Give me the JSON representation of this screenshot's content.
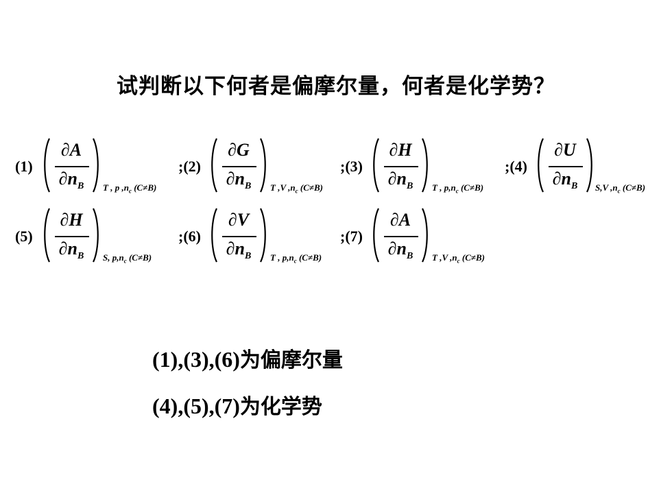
{
  "title": "试判断以下何者是偏摩尔量，何者是化学势？",
  "partial_symbol": "∂",
  "formulas": [
    {
      "label": "(1)",
      "numerator": "A",
      "denominator_var": "n",
      "denominator_sub": "B",
      "cond_vars": "T , p ,",
      "cond_n": "n",
      "cond_n_sub": "c",
      "cond_tail": " (C≠B)"
    },
    {
      "label": ";(2)",
      "numerator": "G",
      "denominator_var": "n",
      "denominator_sub": "B",
      "cond_vars": "T ,V ,",
      "cond_n": "n",
      "cond_n_sub": "c",
      "cond_tail": " (C≠B)"
    },
    {
      "label": ";(3)",
      "numerator": "H",
      "denominator_var": "n",
      "denominator_sub": "B",
      "cond_vars": "T , p,",
      "cond_n": "n",
      "cond_n_sub": "c",
      "cond_tail": " (C≠B)"
    },
    {
      "label": ";(4)",
      "numerator": "U",
      "denominator_var": "n",
      "denominator_sub": "B",
      "cond_vars": "S,V ,",
      "cond_n": "n",
      "cond_n_sub": "c",
      "cond_tail": " (C≠B)"
    },
    {
      "label": "(5)",
      "numerator": "H",
      "denominator_var": "n",
      "denominator_sub": "B",
      "cond_vars": "S, p,",
      "cond_n": "n",
      "cond_n_sub": "c",
      "cond_tail": " (C≠B)"
    },
    {
      "label": ";(6)",
      "numerator": "V",
      "denominator_var": "n",
      "denominator_sub": "B",
      "cond_vars": "T , p,",
      "cond_n": "n",
      "cond_n_sub": "c",
      "cond_tail": " (C≠B)"
    },
    {
      "label": ";(7)",
      "numerator": "A",
      "denominator_var": "n",
      "denominator_sub": "B",
      "cond_vars": "T ,V ,",
      "cond_n": "n",
      "cond_n_sub": "c",
      "cond_tail": " (C≠B)"
    }
  ],
  "answers": [
    {
      "items": "(1),(3),(6)",
      "text": "为偏摩尔量"
    },
    {
      "items": "(4),(5),(7)",
      "text": "为化学势"
    }
  ]
}
